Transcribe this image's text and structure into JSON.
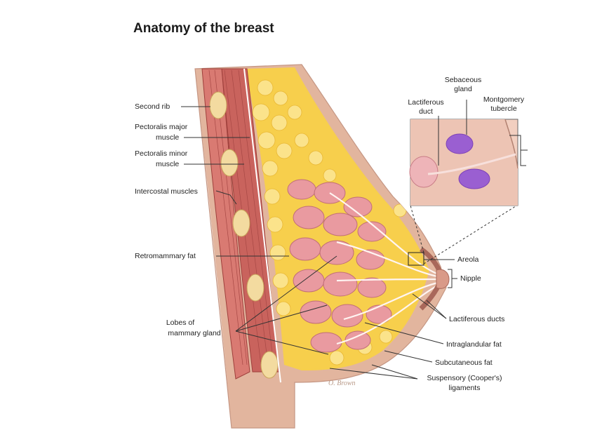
{
  "title": "Anatomy of the breast",
  "labels": {
    "second_rib": "Second rib",
    "pectoralis_major_1": "Pectoralis major",
    "pectoralis_major_2": "muscle",
    "pectoralis_minor_1": "Pectoralis minor",
    "pectoralis_minor_2": "muscle",
    "intercostal": "Intercostal muscles",
    "retromammary": "Retromammary fat",
    "lobes_1": "Lobes of",
    "lobes_2": "mammary gland",
    "sebaceous_1": "Sebaceous",
    "sebaceous_2": "gland",
    "lactiferous_duct_1": "Lactiferous",
    "lactiferous_duct_2": "duct",
    "montgomery_1": "Montgomery",
    "montgomery_2": "tubercle",
    "areola": "Areola",
    "nipple": "Nipple",
    "lactiferous_ducts": "Lactiferous ducts",
    "intraglandular": "Intraglandular fat",
    "subcutaneous": "Subcutaneous fat",
    "suspensory_1": "Suspensory (Cooper's)",
    "suspensory_2": "ligaments"
  },
  "signature": "O. Brown",
  "colors": {
    "skin": "#e2b59e",
    "fat": "#f7cf4c",
    "muscle": "#c9635d",
    "lobe": "#e99aa0",
    "sebaceous": "#9a5fd1",
    "rib": "#f3dba0"
  }
}
